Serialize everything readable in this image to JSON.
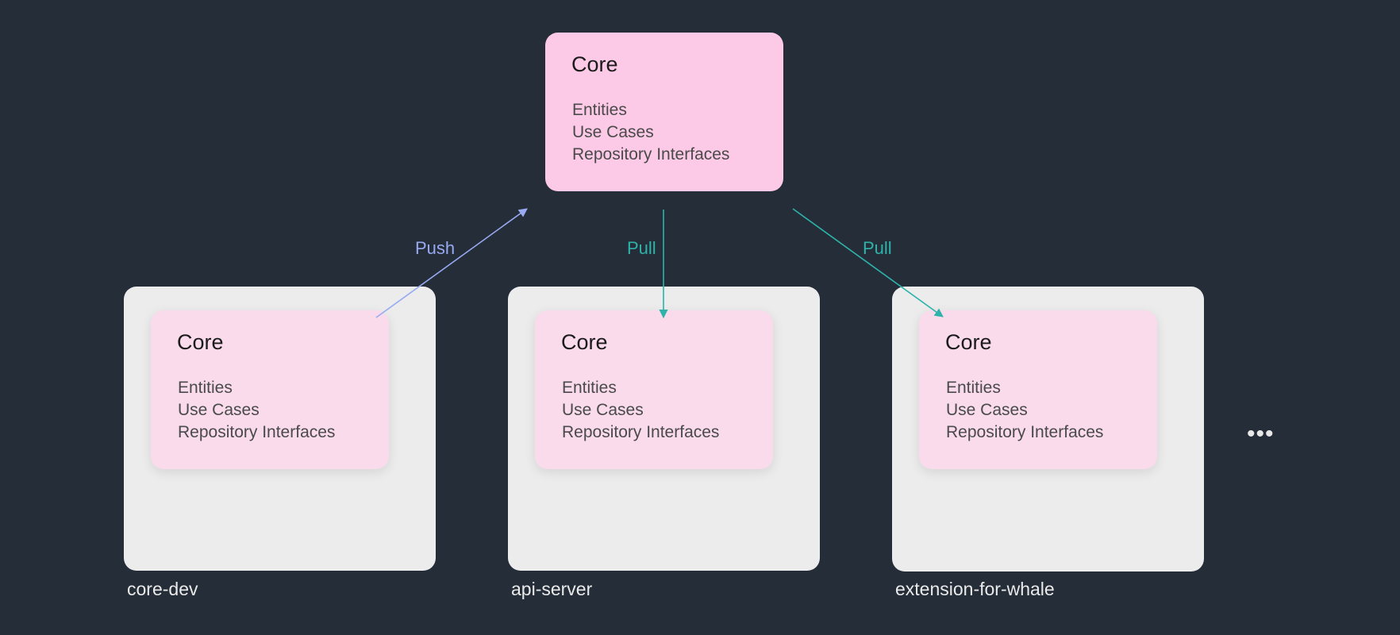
{
  "central_core": {
    "title": "Core",
    "items": [
      "Entities",
      "Use Cases",
      "Repository Interfaces"
    ]
  },
  "repos": [
    {
      "name": "core-dev",
      "core": {
        "title": "Core",
        "items": [
          "Entities",
          "Use Cases",
          "Repository Interfaces"
        ]
      }
    },
    {
      "name": "api-server",
      "core": {
        "title": "Core",
        "items": [
          "Entities",
          "Use Cases",
          "Repository Interfaces"
        ]
      }
    },
    {
      "name": "extension-for-whale",
      "core": {
        "title": "Core",
        "items": [
          "Entities",
          "Use Cases",
          "Repository Interfaces"
        ]
      }
    }
  ],
  "arrows": [
    {
      "label": "Push",
      "from": "core-dev",
      "to": "central_core",
      "color": "#97aaf2"
    },
    {
      "label": "Pull",
      "from": "central_core",
      "to": "api-server",
      "color": "#2db3aa"
    },
    {
      "label": "Pull",
      "from": "central_core",
      "to": "extension-for-whale",
      "color": "#2db3aa"
    }
  ],
  "more_indicator": "•••",
  "colors": {
    "background": "#252d38",
    "central_core_fill": "#fcc9e6",
    "sub_core_fill": "#f9dbec",
    "repo_box_fill": "#ececec",
    "push": "#97aaf2",
    "pull": "#2db3aa"
  }
}
